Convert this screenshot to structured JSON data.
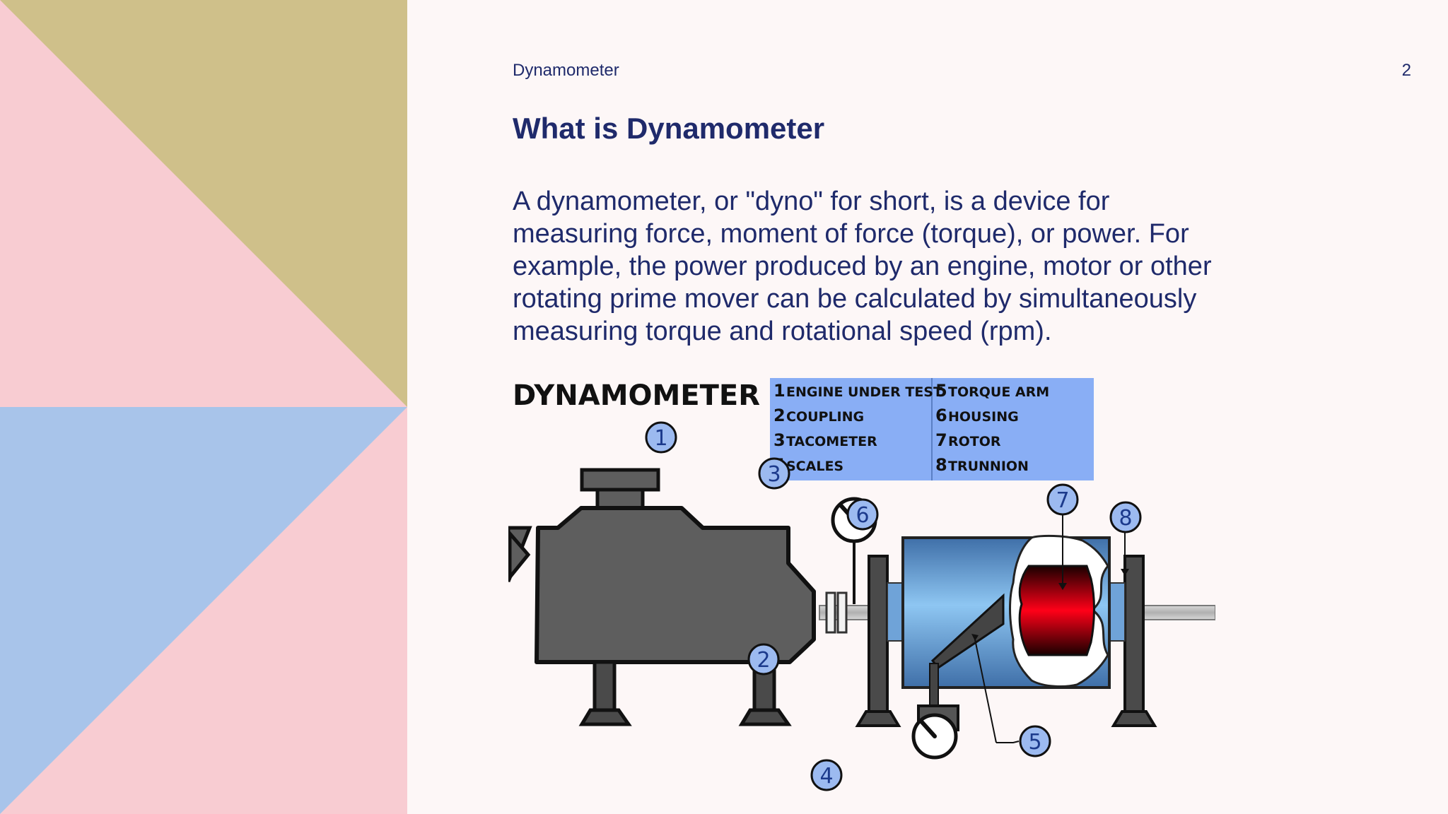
{
  "header": {
    "label": "Dynamometer",
    "page_number": "2"
  },
  "title": "What is Dynamometer",
  "body": "A dynamometer, or \"dyno\" for short, is a device for measuring force, moment of force (torque), or power. For example, the power produced by an engine, motor or other rotating prime mover can be calculated by simultaneously measuring torque and rotational speed (rpm).",
  "diagram": {
    "title": "DYNAMOMETER",
    "legend": [
      {
        "num": "1",
        "label": "ENGINE UNDER TEST"
      },
      {
        "num": "2",
        "label": "COUPLING"
      },
      {
        "num": "3",
        "label": "TACOMETER"
      },
      {
        "num": "4",
        "label": "SCALES"
      },
      {
        "num": "5",
        "label": "TORQUE ARM"
      },
      {
        "num": "6",
        "label": "HOUSING"
      },
      {
        "num": "7",
        "label": "ROTOR"
      },
      {
        "num": "8",
        "label": "TRUNNION"
      }
    ]
  },
  "colors": {
    "text": "#1f2a6b",
    "background": "#fdf7f7",
    "deco_gold": "#cfc08a",
    "deco_pink": "#f8ccd2",
    "deco_blue": "#a8c4ea",
    "legend_bg": "#89aef5",
    "engine_gray": "#5e5e5e",
    "rotor_red": "#e8001a"
  }
}
